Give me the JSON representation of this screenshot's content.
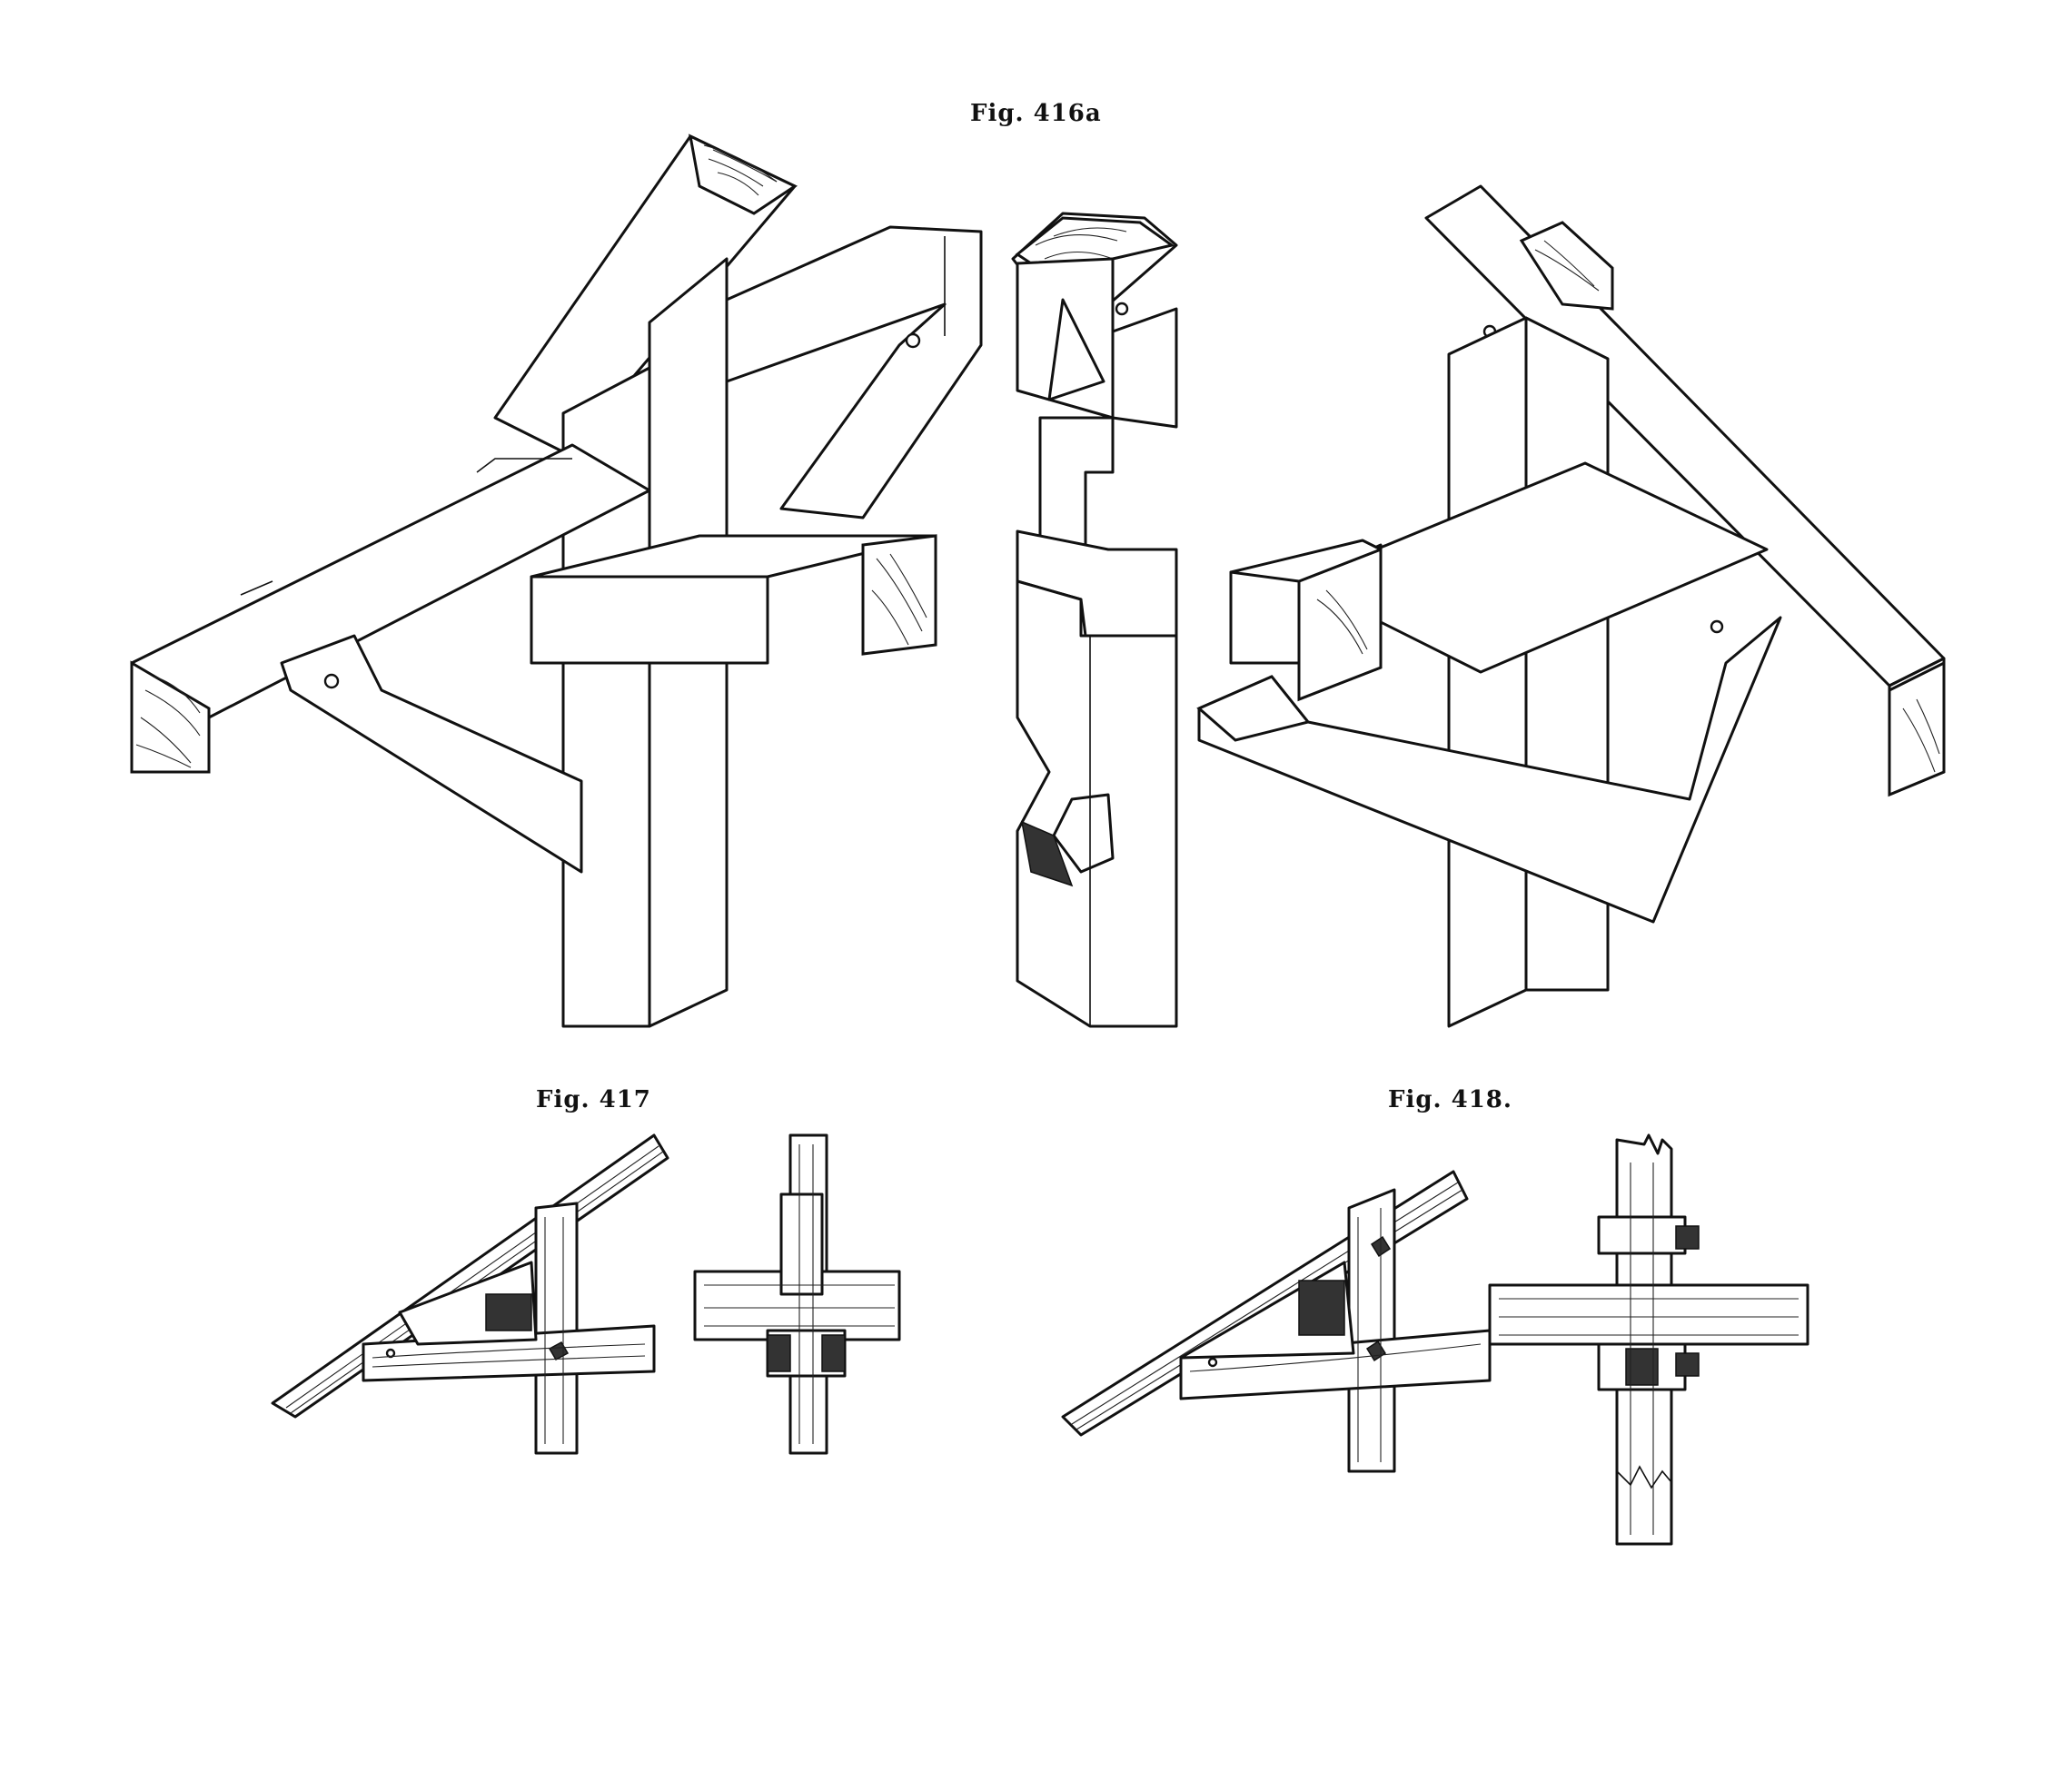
{
  "figures": [
    {
      "id": "fig-416a",
      "caption": "Fig. 416a"
    },
    {
      "id": "fig-417",
      "caption": "Fig. 417"
    },
    {
      "id": "fig-418",
      "caption": "Fig. 418."
    }
  ],
  "colors": {
    "ink": "#111111",
    "paper": "#ffffff",
    "shade": "#333333"
  }
}
